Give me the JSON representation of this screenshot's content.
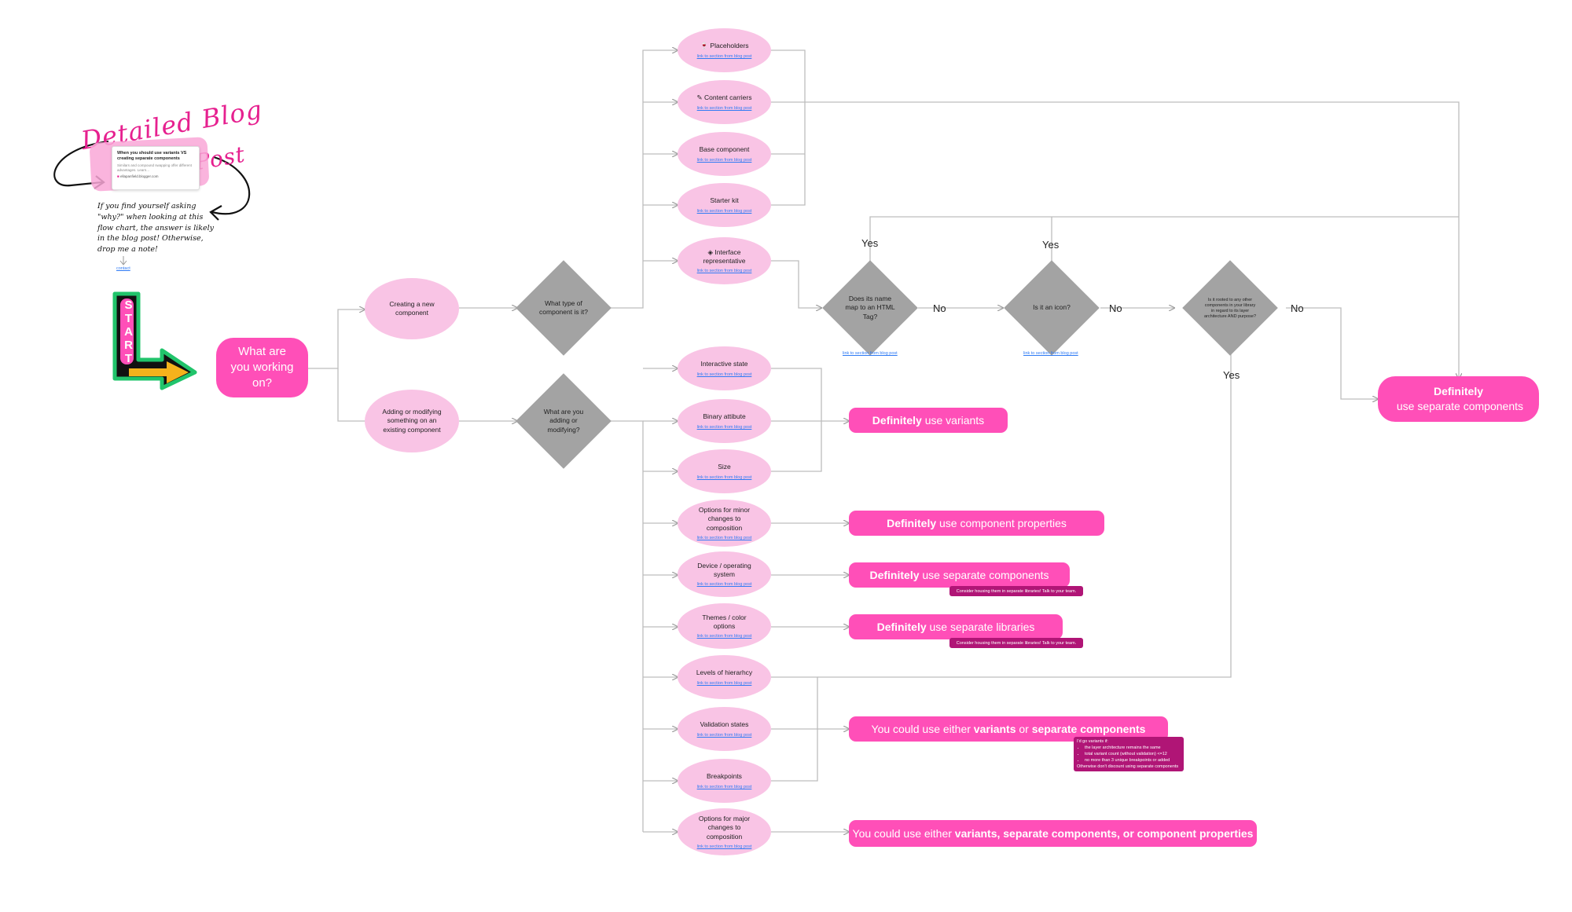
{
  "start_sign": "START",
  "blog": {
    "title_line1": "Detailed Blog",
    "title_line2": "Post",
    "card_title": "When you should use variants VS creating separate components",
    "card_desc": "Similars and compound swapping offer different advantages. Learn...",
    "card_domain": "ellapanfield.blogger.com",
    "handwritten": [
      "If you find yourself asking",
      "\"why?\" when looking at this",
      "flow chart, the answer is likely",
      "in the blog post! Otherwise,",
      "drop me a note!"
    ],
    "contact": "contact"
  },
  "link_text": "link to section from blog post",
  "root": "What are you working on?",
  "branch_new": "Creating a new component",
  "branch_modify": "Adding or modifying something on an existing component",
  "q_type": "What type of component is it?",
  "q_adding": "What are you adding or modifying?",
  "new_types": {
    "placeholders": "🍷 Placeholders",
    "content_carriers": "✎ Content carriers",
    "base_component": "Base component",
    "starter_kit": "Starter kit",
    "interface_rep": "◈ Interface representative"
  },
  "modify_types": {
    "interactive_state": "Interactive state",
    "binary_attribute": "Binary attibute",
    "size": "Size",
    "options_minor": "Options for minor changes to composition",
    "device_os": "Device / operating system",
    "themes": "Themes / color options",
    "hierarchy": "Levels of hierarhcy",
    "validation": "Validation states",
    "breakpoints": "Breakpoints",
    "options_major": "Options for major changes to composition"
  },
  "q_html": "Does its name map to an HTML Tag?",
  "q_icon": "Is it an icon?",
  "q_rooted": "Is it rooted to any other components in your library in regard to its layer architecture AND purpose?",
  "yes": "Yes",
  "no": "No",
  "results": {
    "variants_strong": "Definitely",
    "variants_rest": " use variants",
    "props_strong": "Definitely",
    "props_rest": " use component properties",
    "sepcomp_strong": "Definitely",
    "sepcomp_rest": " use separate components",
    "sepcomp_note": "Consider housing them in separate libraries! Talk to your team.",
    "seplib_strong": "Definitely",
    "seplib_rest": " use separate libraries",
    "seplib_note": "Consider housing them in separate libraries! Talk to your team.",
    "either_pre": "You could use either ",
    "either_b1": "variants",
    "either_mid": " or ",
    "either_b2": "separate components",
    "either_note_head": "I'd go variants if:",
    "either_note_items": [
      "the layer architecture remains the same",
      "total variant count (without validation) <=12",
      "no more than 3 unique breakpoints or added"
    ],
    "either_note_tail": "Otherwise don't discount using separate components",
    "major_pre": "You could use either ",
    "major_bold": "variants, separate components, or component properties",
    "final_strong": "Definitely",
    "final_rest": " use separate components"
  },
  "colors": {
    "pink_oval": "#f9c4e5",
    "pink_strong": "#ff4fb8",
    "note_dark": "#b01576",
    "diamond": "#a3a3a3",
    "link_blue": "#2f7bf5",
    "sign_green": "#21c46b",
    "arrow_yellow": "#f5b21c"
  }
}
